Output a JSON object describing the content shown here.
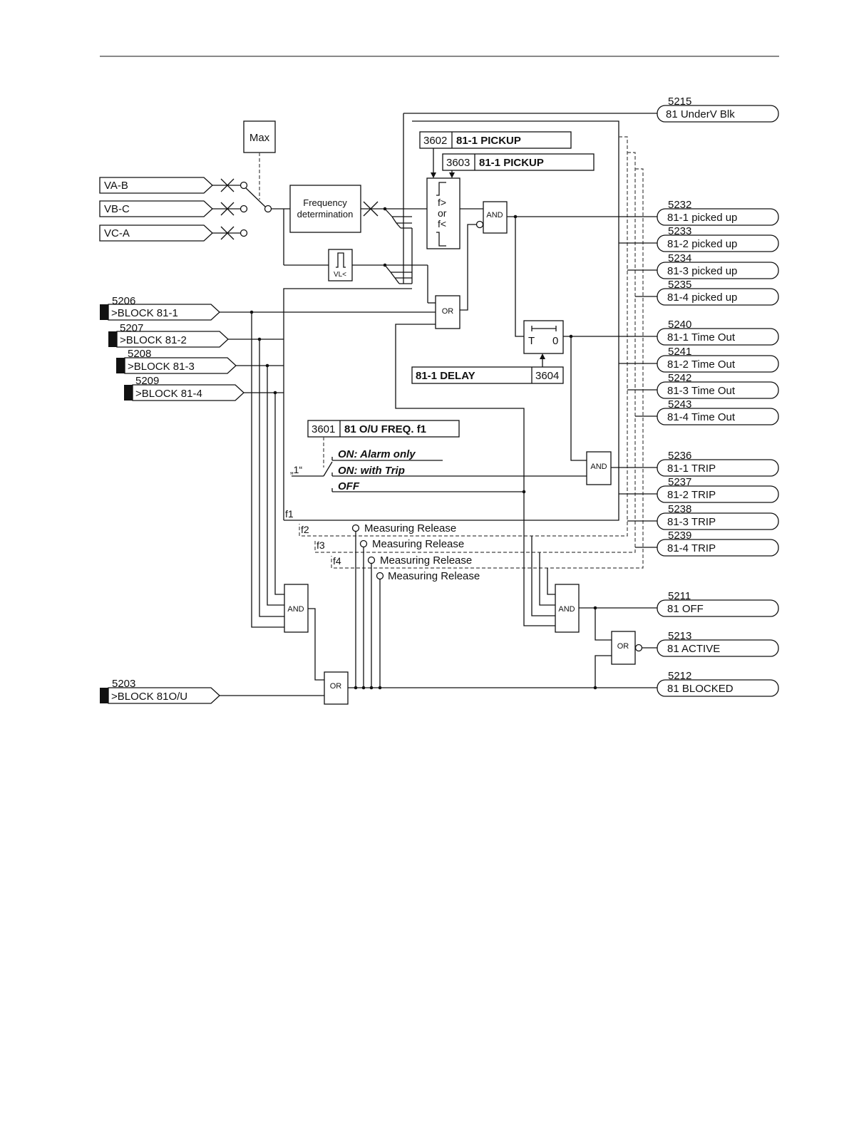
{
  "inputs": {
    "va_b": "VA-B",
    "vb_c": "VB-C",
    "vc_a": "VC-A"
  },
  "max_label": "Max",
  "freq_det": [
    "Frequency",
    "determination"
  ],
  "vl_label": "VL<",
  "blocks": [
    {
      "num": "5206",
      "label": ">BLOCK 81-1"
    },
    {
      "num": "5207",
      "label": ">BLOCK 81-2"
    },
    {
      "num": "5208",
      "label": ">BLOCK 81-3"
    },
    {
      "num": "5209",
      "label": ">BLOCK 81-4"
    }
  ],
  "block_ou": {
    "num": "5203",
    "label": ">BLOCK 81O/U"
  },
  "params": {
    "p3602": {
      "num": "3602",
      "label": "81-1 PICKUP"
    },
    "p3603": {
      "num": "3603",
      "label": "81-1 PICKUP"
    },
    "p3604": {
      "num": "3604",
      "label": "81-1 DELAY"
    },
    "p3601": {
      "num": "3601",
      "label": "81 O/U FREQ. f1"
    }
  },
  "comparator": {
    "top": "f>",
    "mid": "or",
    "bot": "f<"
  },
  "timer": {
    "t": "T",
    "zero": "0"
  },
  "switch": {
    "one": "„1“",
    "opt_alarm": "ON: Alarm only",
    "opt_trip": "ON: with Trip",
    "opt_off": "OFF"
  },
  "stages": [
    "f1",
    "f2",
    "f3",
    "f4"
  ],
  "measuring_release": "Measuring Release",
  "gates": {
    "and": "AND",
    "or": "OR"
  },
  "outputs": [
    {
      "num": "5215",
      "label": "81 UnderV Blk"
    },
    {
      "num": "5232",
      "label": "81-1 picked up"
    },
    {
      "num": "5233",
      "label": "81-2 picked up"
    },
    {
      "num": "5234",
      "label": "81-3 picked up"
    },
    {
      "num": "5235",
      "label": "81-4 picked up"
    },
    {
      "num": "5240",
      "label": "81-1 Time Out"
    },
    {
      "num": "5241",
      "label": "81-2 Time Out"
    },
    {
      "num": "5242",
      "label": "81-3 Time Out"
    },
    {
      "num": "5243",
      "label": "81-4 Time Out"
    },
    {
      "num": "5236",
      "label": "81-1 TRIP"
    },
    {
      "num": "5237",
      "label": "81-2 TRIP"
    },
    {
      "num": "5238",
      "label": "81-3 TRIP"
    },
    {
      "num": "5239",
      "label": "81-4 TRIP"
    },
    {
      "num": "5211",
      "label": "81 OFF"
    },
    {
      "num": "5213",
      "label": "81 ACTIVE"
    },
    {
      "num": "5212",
      "label": "81 BLOCKED"
    }
  ]
}
